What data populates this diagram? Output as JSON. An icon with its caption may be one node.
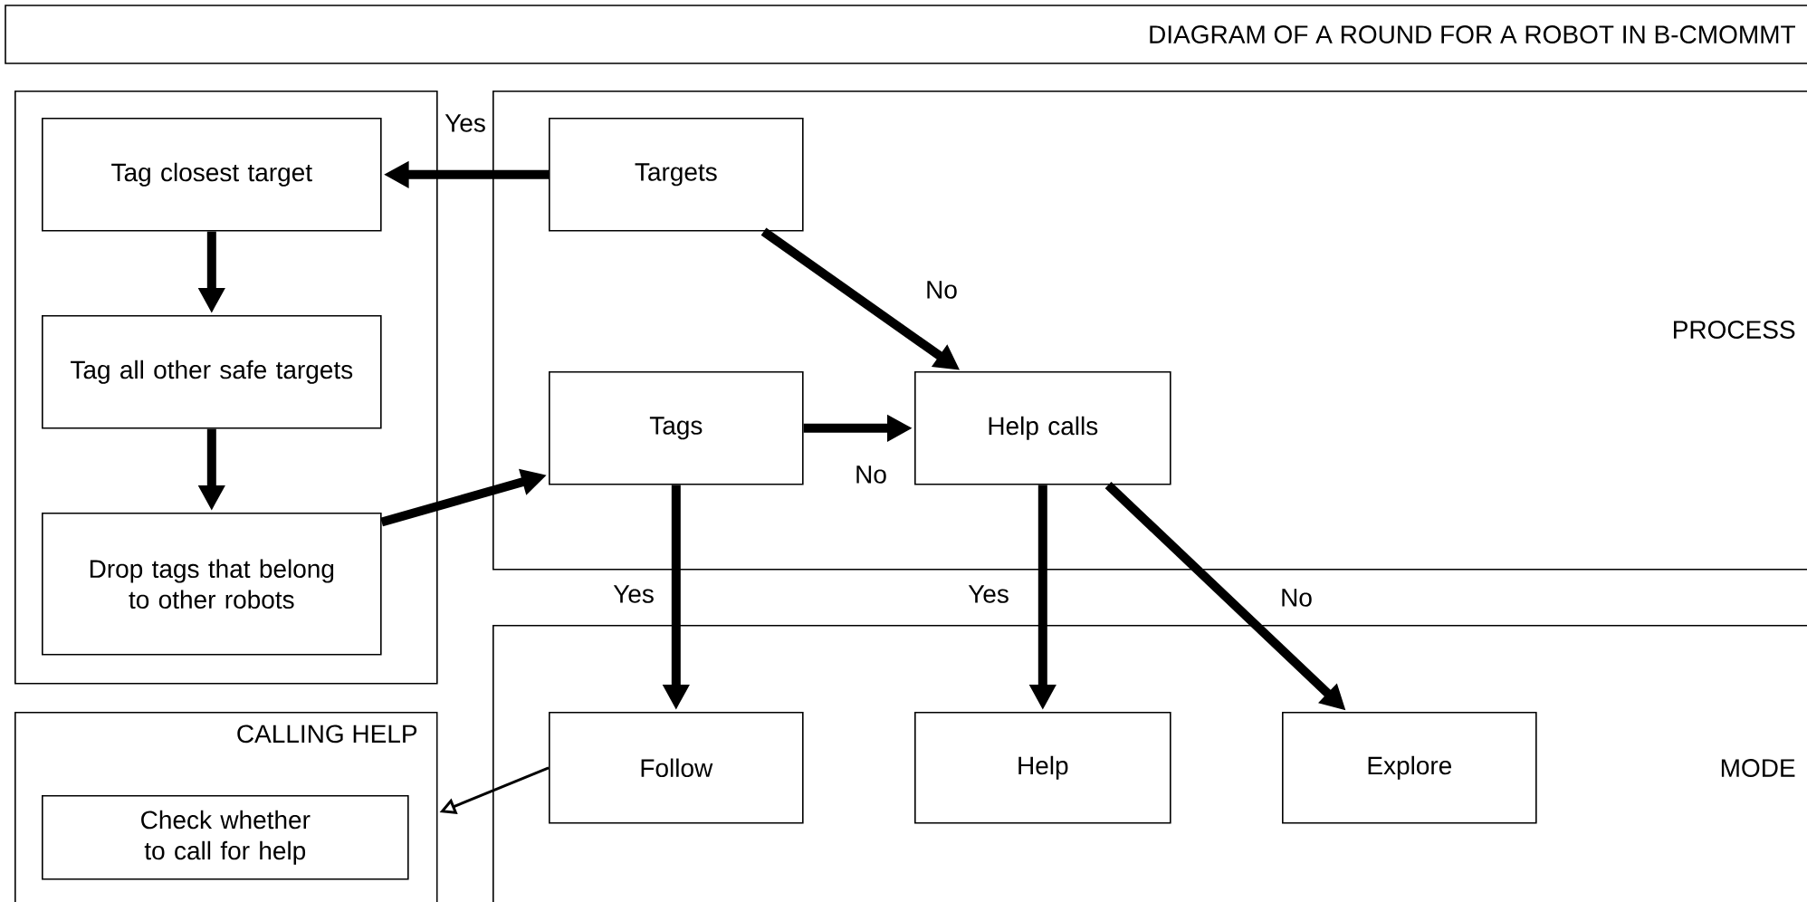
{
  "diagram": {
    "title": "DIAGRAM OF A ROUND FOR A ROBOT IN B-CMOMMT",
    "nodes": [
      {
        "text": [],
        "shape": "box"
      },
      {
        "text": [
          "Tag closest target"
        ],
        "in": 0
      },
      {
        "text": [
          "Tag all other safe targets"
        ],
        "in": 0
      },
      {
        "text": [
          "Drop tags that belong to other robots"
        ],
        "in": 0
      },
      {
        "text": [
          "PROCESS"
        ]
      },
      {
        "text": [
          "Targets"
        ],
        "in": 4
      },
      {
        "text": [
          "Tags"
        ],
        "in": 4
      },
      {
        "text": [
          "Help calls"
        ],
        "in": 4
      },
      {
        "text": [
          "MODE"
        ]
      },
      {
        "text": [
          "Follow"
        ],
        "in": 8
      },
      {
        "text": [
          "Help"
        ],
        "in": 8
      },
      {
        "text": [
          "Explore"
        ],
        "in": 8
      },
      {
        "text": [
          "CALLING HELP"
        ]
      },
      {
        "text": [
          "Check whether to call for help"
        ],
        "in": 12
      }
    ],
    "edges": [
      {
        "from": 5,
        "to": 1,
        "arrow": "to",
        "label": "Yes"
      },
      {
        "from": 1,
        "to": 2,
        "arrow": "to"
      },
      {
        "from": 2,
        "to": 3,
        "arrow": "to"
      },
      {
        "from": 3,
        "to": 6,
        "arrow": "to"
      },
      {
        "from": 5,
        "to": 7,
        "arrow": "to",
        "label": "No"
      },
      {
        "from": 6,
        "to": 7,
        "arrow": "to",
        "label": "No"
      },
      {
        "from": 6,
        "to": 9,
        "arrow": "to",
        "label": "Yes"
      },
      {
        "from": 7,
        "to": 10,
        "arrow": "to",
        "label": "Yes"
      },
      {
        "from": 7,
        "to": 11,
        "arrow": "to",
        "label": "No"
      },
      {
        "from": 9,
        "to": 12,
        "arrow": "to"
      }
    ]
  }
}
